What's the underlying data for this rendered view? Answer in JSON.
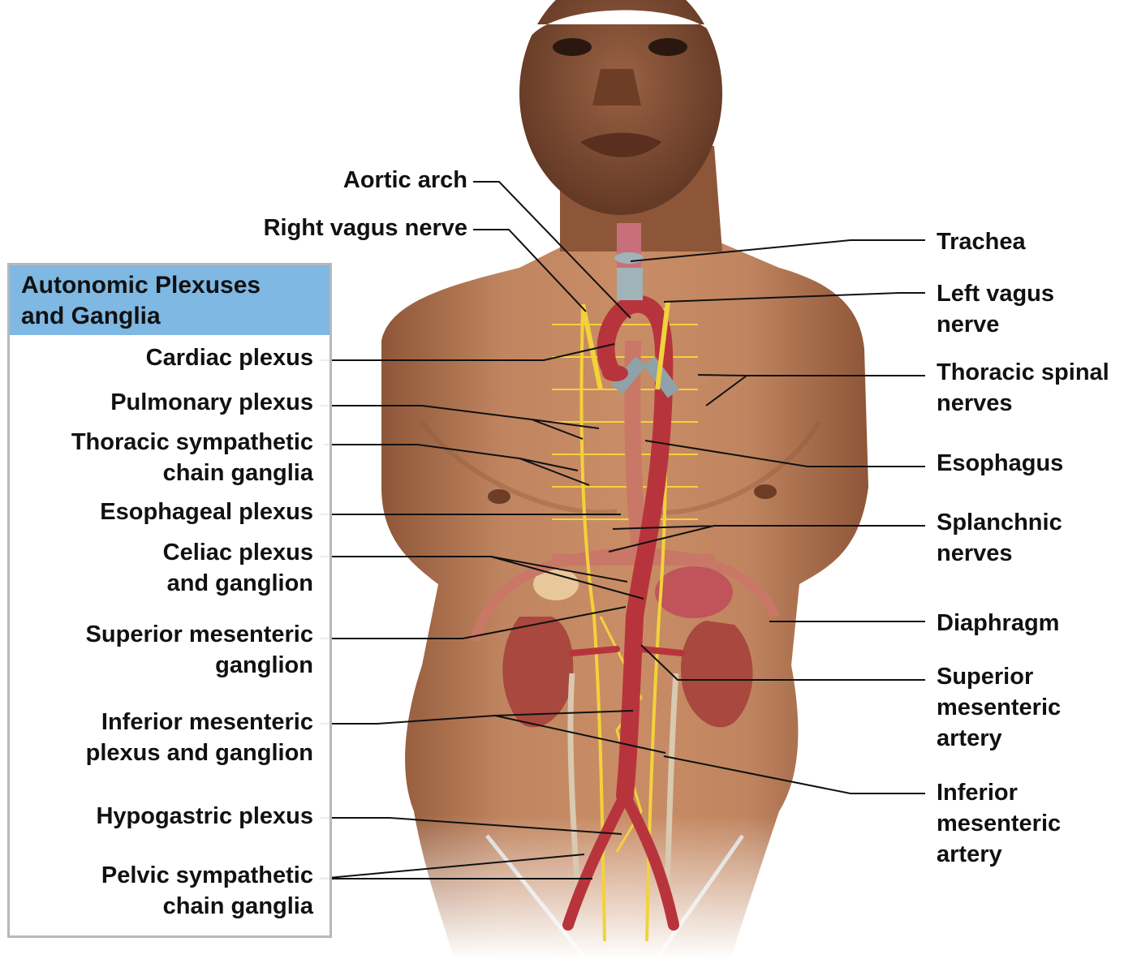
{
  "legend": {
    "title": "Autonomic Plexuses\nand Ganglia",
    "header_color": "#7fb8e3",
    "border_color": "#b8b8b8"
  },
  "labels": {
    "aortic_arch": "Aortic arch",
    "right_vagus_nerve": "Right vagus nerve",
    "cardiac_plexus": "Cardiac plexus",
    "pulmonary_plexus": "Pulmonary plexus",
    "thoracic_sympathetic_chain_ganglia": "Thoracic sympathetic\nchain ganglia",
    "esophageal_plexus": "Esophageal plexus",
    "celiac_plexus_and_ganglion": "Celiac plexus\nand ganglion",
    "superior_mesenteric_ganglion": "Superior mesenteric\nganglion",
    "inferior_mesenteric_plexus_and_ganglion": "Inferior mesenteric\nplexus and ganglion",
    "hypogastric_plexus": "Hypogastric plexus",
    "pelvic_sympathetic_chain_ganglia": "Pelvic sympathetic\nchain ganglia",
    "trachea": "Trachea",
    "left_vagus_nerve": "Left vagus\nnerve",
    "thoracic_spinal_nerves": "Thoracic spinal\nnerves",
    "esophagus": "Esophagus",
    "splanchnic_nerves": "Splanchnic\nnerves",
    "diaphragm": "Diaphragm",
    "superior_mesenteric_artery": "Superior\nmesenteric\nartery",
    "inferior_mesenteric_artery": "Inferior\nmesenteric\nartery"
  },
  "colors": {
    "skin": "#b87a52",
    "skin_shadow": "#8e5638",
    "artery": "#b8343c",
    "nerve": "#f2d23a",
    "kidney": "#a8483e",
    "trachea": "#9fb3b8",
    "diaphragm": "#c97766",
    "ureter": "#d8c9b0",
    "leader_line": "#111111",
    "legend_header": "#7fb8e3"
  }
}
